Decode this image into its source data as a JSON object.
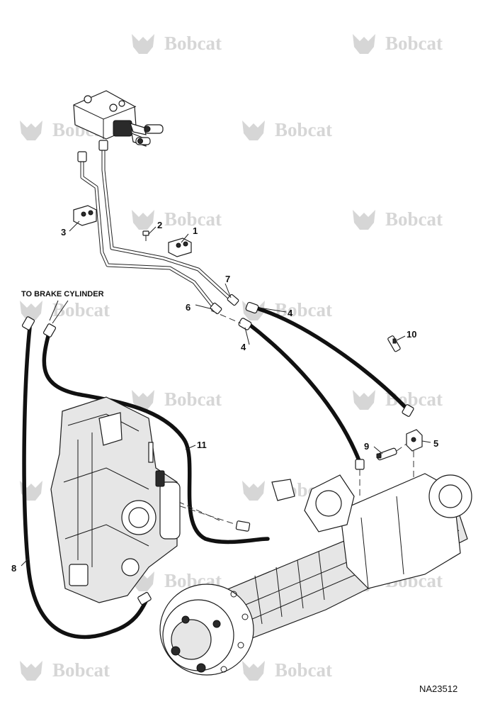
{
  "figure": {
    "watermark_text": "Bobcat",
    "watermark_color": "#d6d6d6",
    "reference_number": "NA23512",
    "label_to_brake_cylinder": "TO BRAKE CYLINDER"
  },
  "callouts": {
    "c1": "1",
    "c2": "2",
    "c3": "3",
    "c4a": "4",
    "c4b": "4",
    "c5": "5",
    "c6": "6",
    "c7": "7",
    "c8": "8",
    "c9": "9",
    "c10": "10",
    "c11": "11"
  }
}
